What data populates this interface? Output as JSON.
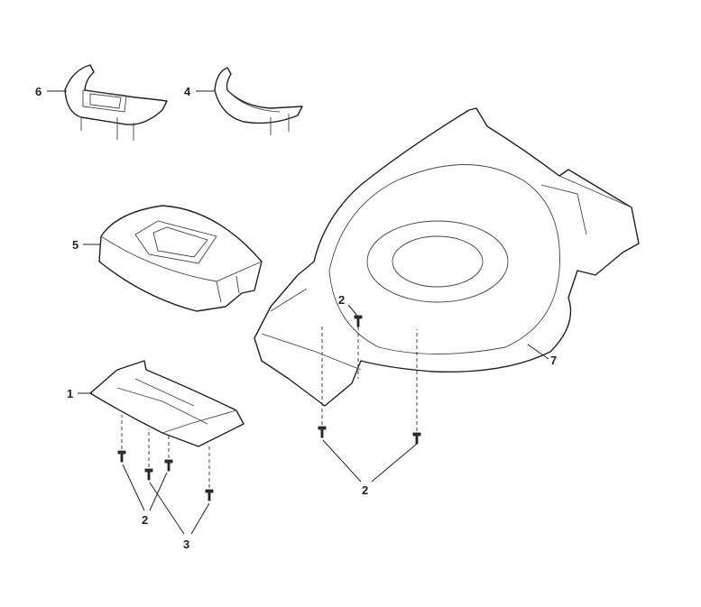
{
  "diagram": {
    "callouts": [
      {
        "id": "callout-6",
        "label": "6"
      },
      {
        "id": "callout-4",
        "label": "4"
      },
      {
        "id": "callout-5",
        "label": "5"
      },
      {
        "id": "callout-2a",
        "label": "2"
      },
      {
        "id": "callout-7",
        "label": "7"
      },
      {
        "id": "callout-1",
        "label": "1"
      },
      {
        "id": "callout-2b",
        "label": "2"
      },
      {
        "id": "callout-2c",
        "label": "2"
      },
      {
        "id": "callout-3",
        "label": "3"
      }
    ]
  }
}
